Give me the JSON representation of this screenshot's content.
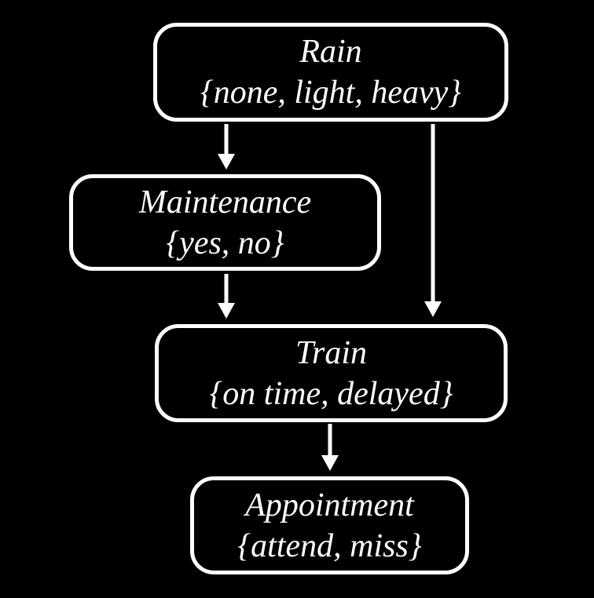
{
  "diagram": {
    "type": "bayesian-network",
    "colors": {
      "background": "#000000",
      "node_border": "#ffffff",
      "node_fill": "#000000",
      "text": "#ffffff",
      "arrow": "#ffffff"
    },
    "nodes": [
      {
        "id": "rain",
        "label": "Rain",
        "domain": "{none, light, heavy}"
      },
      {
        "id": "maintenance",
        "label": "Maintenance",
        "domain": "{yes, no}"
      },
      {
        "id": "train",
        "label": "Train",
        "domain": "{on time, delayed}"
      },
      {
        "id": "appointment",
        "label": "Appointment",
        "domain": "{attend, miss}"
      }
    ],
    "edges": [
      {
        "from": "rain",
        "to": "maintenance"
      },
      {
        "from": "rain",
        "to": "train"
      },
      {
        "from": "maintenance",
        "to": "train"
      },
      {
        "from": "train",
        "to": "appointment"
      }
    ]
  }
}
